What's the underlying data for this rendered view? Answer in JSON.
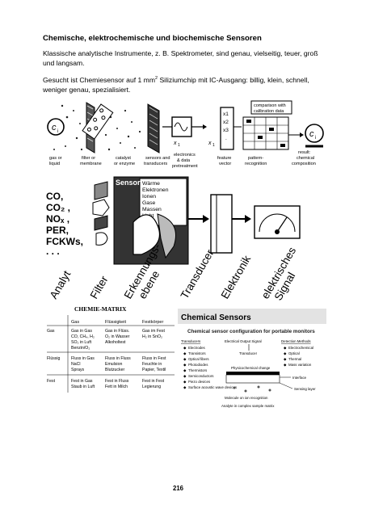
{
  "heading": "Chemische, elektrochemische und biochemische Sensoren",
  "paragraph1": "Klassische analytische Instrumente, z. B. Spektrometer, sind genau, vielseitig, teuer, groß und langsam.",
  "paragraph2_before_sup": "Gesucht ist Chemiesensor auf 1 mm",
  "paragraph2_sup": "2",
  "paragraph2_after_sup": " Siliziumchip mit IC-Ausgang: billig, klein, schnell, weniger genau, spezialisiert.",
  "fig1": {
    "ci_left": "c",
    "ci_left_sub": "i",
    "ci_right": "c",
    "ci_right_sub": "i",
    "x1": "x",
    "x1_sub": "1",
    "x1b": "x",
    "x1b_sub": "1",
    "vec": [
      "x1",
      "x2",
      "x3",
      "."
    ],
    "compare_l1": "comparison with",
    "compare_l2": "calibration data",
    "cap_gas_l1": "gas or",
    "cap_gas_l2": "liquid",
    "cap_filter_l1": "filter or",
    "cap_filter_l2": "membrane",
    "cap_catalyst_l1": "catalyst",
    "cap_catalyst_l2": "or enzyme",
    "cap_sensors_l1": "sensors and",
    "cap_sensors_l2": "transducers",
    "cap_elec_l1": "electronics",
    "cap_elec_l2": "& data",
    "cap_elec_l3": "pretreatment",
    "cap_feature_l1": "feature",
    "cap_feature_l2": "vector",
    "cap_pattern_l1": "pattern-",
    "cap_pattern_l2": "recognition",
    "result_l1": "result:",
    "result_l2": "chemical",
    "result_l3": "composition"
  },
  "fig2": {
    "gases": [
      "CO,",
      "CO₂ ,",
      "NOₓ ,",
      "PER,",
      "FCKWs,",
      ". . ."
    ],
    "sensor_label": "Sensor",
    "sensor_items": [
      "Wärme",
      "Elektronen",
      "Ionen",
      "Gase",
      "Massen",
      "Licht"
    ],
    "labels": [
      "Analyt",
      "Filter",
      "Erkennungs-",
      "ebene",
      "Transducer",
      "Elektronik",
      "elektrisches",
      "Signal"
    ]
  },
  "matrix": {
    "title": "CHEMIE-MATRIX",
    "col_heads": [
      "Gas",
      "Flüssigkeit",
      "Festkörper"
    ],
    "rows": [
      {
        "head": "Gas",
        "cells": [
          [
            "Gas in Gas",
            "CO, CH₄, H₂",
            "SO₂ in Luft",
            "Benzin/O₂"
          ],
          [
            "Gas in Flüss.",
            "O₂ in Wasser",
            "Alkoholtest"
          ],
          [
            "Gas im Fest",
            "H₂ in SnO₂"
          ]
        ]
      },
      {
        "head": "Flüssig",
        "cells": [
          [
            "Fluss in Gas",
            "NaCl",
            "Sprays"
          ],
          [
            "Fluss in Fluss",
            "Emulsion",
            "Blutzucker"
          ],
          [
            "Fluss in Fest",
            "Feuchte in",
            "Papier, Textil"
          ]
        ]
      },
      {
        "head": "Fest",
        "cells": [
          [
            "Fest in Gas",
            "Staub in Luft"
          ],
          [
            "Fest in Fluss",
            "Fett in Milch"
          ],
          [
            "Fest in Fest",
            "Legierung"
          ]
        ]
      }
    ]
  },
  "chem": {
    "title": "Chemical Sensors",
    "subtitle": "Chemical sensor configuration for portable monitors",
    "col1_head": "Transducers",
    "col2_head": "Electrical Output Signal",
    "col3_head": "Detection Methods",
    "transducers": [
      "Electrodes",
      "Transistors",
      "Optical fibers",
      "Photodiodes",
      "Thermistors",
      "Semiconductors",
      "Piezo devices",
      "Surface acoustic wave devices"
    ],
    "methods": [
      "Electrochemical",
      "Optical",
      "Thermal",
      "Mass variation"
    ],
    "transducer_mid": "Transducer",
    "physchem": "Physicochemical change",
    "interface": "Interface",
    "sensing_layer": "Sensing layer",
    "molecule": "Molecule on ion recognition",
    "analyte": "Analyte in complex sample matrix"
  },
  "page_number": "216"
}
